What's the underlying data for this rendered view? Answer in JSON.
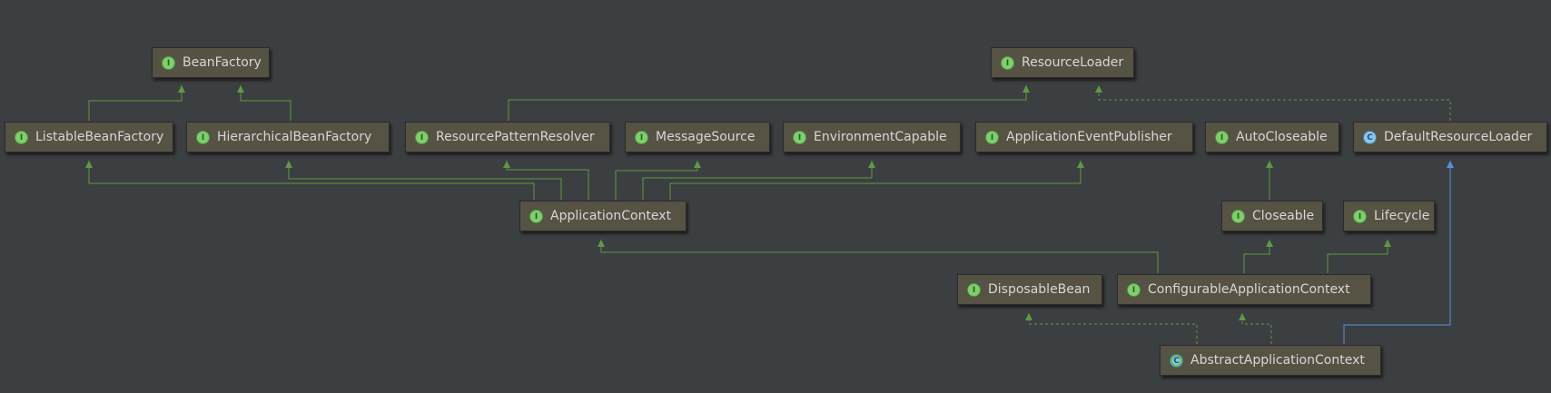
{
  "diagram": {
    "colors": {
      "background": "#3c3f41",
      "node_fill": "#565244",
      "text": "#d7d7d7",
      "extends_edge": "#5e9a44",
      "implements_edge": "#5e9a44",
      "class_extends_edge": "#5a8fe0",
      "interface_icon": "#7fcf6e",
      "class_icon": "#8ec5ea"
    },
    "nodes": {
      "bean_factory": {
        "label": "BeanFactory",
        "kind": "interface",
        "icon": "I"
      },
      "resource_loader": {
        "label": "ResourceLoader",
        "kind": "interface",
        "icon": "I"
      },
      "listable_bean_factory": {
        "label": "ListableBeanFactory",
        "kind": "interface",
        "icon": "I"
      },
      "hierarchical_bean_factory": {
        "label": "HierarchicalBeanFactory",
        "kind": "interface",
        "icon": "I"
      },
      "resource_pattern_resolver": {
        "label": "ResourcePatternResolver",
        "kind": "interface",
        "icon": "I"
      },
      "message_source": {
        "label": "MessageSource",
        "kind": "interface",
        "icon": "I"
      },
      "environment_capable": {
        "label": "EnvironmentCapable",
        "kind": "interface",
        "icon": "I"
      },
      "application_event_publisher": {
        "label": "ApplicationEventPublisher",
        "kind": "interface",
        "icon": "I"
      },
      "auto_closeable": {
        "label": "AutoCloseable",
        "kind": "interface",
        "icon": "I"
      },
      "default_resource_loader": {
        "label": "DefaultResourceLoader",
        "kind": "class",
        "icon": "C"
      },
      "application_context": {
        "label": "ApplicationContext",
        "kind": "interface",
        "icon": "I"
      },
      "closeable": {
        "label": "Closeable",
        "kind": "interface",
        "icon": "I"
      },
      "lifecycle": {
        "label": "Lifecycle",
        "kind": "interface",
        "icon": "I"
      },
      "disposable_bean": {
        "label": "DisposableBean",
        "kind": "interface",
        "icon": "I"
      },
      "configurable_application_context": {
        "label": "ConfigurableApplicationContext",
        "kind": "interface",
        "icon": "I"
      },
      "abstract_application_context": {
        "label": "AbstractApplicationContext",
        "kind": "abstract-class",
        "icon": "C"
      }
    },
    "edges": [
      {
        "from": "listable_bean_factory",
        "to": "bean_factory",
        "relation": "extends"
      },
      {
        "from": "hierarchical_bean_factory",
        "to": "bean_factory",
        "relation": "extends"
      },
      {
        "from": "resource_pattern_resolver",
        "to": "resource_loader",
        "relation": "extends"
      },
      {
        "from": "default_resource_loader",
        "to": "resource_loader",
        "relation": "implements"
      },
      {
        "from": "application_context",
        "to": "listable_bean_factory",
        "relation": "extends"
      },
      {
        "from": "application_context",
        "to": "hierarchical_bean_factory",
        "relation": "extends"
      },
      {
        "from": "application_context",
        "to": "resource_pattern_resolver",
        "relation": "extends"
      },
      {
        "from": "application_context",
        "to": "message_source",
        "relation": "extends"
      },
      {
        "from": "application_context",
        "to": "environment_capable",
        "relation": "extends"
      },
      {
        "from": "application_context",
        "to": "application_event_publisher",
        "relation": "extends"
      },
      {
        "from": "closeable",
        "to": "auto_closeable",
        "relation": "extends"
      },
      {
        "from": "configurable_application_context",
        "to": "application_context",
        "relation": "extends"
      },
      {
        "from": "configurable_application_context",
        "to": "closeable",
        "relation": "extends"
      },
      {
        "from": "configurable_application_context",
        "to": "lifecycle",
        "relation": "extends"
      },
      {
        "from": "abstract_application_context",
        "to": "disposable_bean",
        "relation": "implements"
      },
      {
        "from": "abstract_application_context",
        "to": "configurable_application_context",
        "relation": "implements"
      },
      {
        "from": "abstract_application_context",
        "to": "default_resource_loader",
        "relation": "class-extends"
      }
    ]
  }
}
